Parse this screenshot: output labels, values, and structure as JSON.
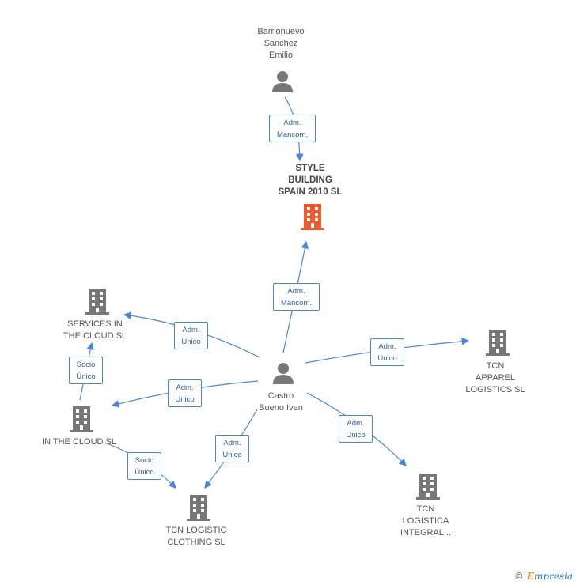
{
  "colors": {
    "edge": "#4a86d4",
    "node_gray": "#777777",
    "node_main": "#f0592a"
  },
  "nodes": {
    "barrionuevo": {
      "label": "Barrionuevo\nSanchez\nEmilio",
      "kind": "person"
    },
    "style_building": {
      "label": "STYLE\nBUILDING\nSPAIN 2010 SL",
      "kind": "company-main"
    },
    "services_cloud": {
      "label": "SERVICES IN\nTHE CLOUD SL",
      "kind": "company"
    },
    "in_the_cloud": {
      "label": "IN THE CLOUD SL",
      "kind": "company"
    },
    "castro": {
      "label": "Castro\nBueno Ivan",
      "kind": "person"
    },
    "tcn_apparel": {
      "label": "TCN\nAPPAREL\nLOGISTICS SL",
      "kind": "company"
    },
    "tcn_clothing": {
      "label": "TCN LOGISTIC\nCLOTHING SL",
      "kind": "company"
    },
    "tcn_integral": {
      "label": "TCN\nLOGISTICA\nINTEGRAL...",
      "kind": "company"
    }
  },
  "edges": [
    {
      "label": "Adm.\nMancom."
    },
    {
      "label": "Adm.\nMancom."
    },
    {
      "label": "Adm.\nUnico"
    },
    {
      "label": "Adm.\nUnico"
    },
    {
      "label": "Adm.\nUnico"
    },
    {
      "label": "Adm.\nUnico"
    },
    {
      "label": "Adm.\nUnico"
    },
    {
      "label": "Socio\nÚnico"
    },
    {
      "label": "Socio\nÚnico"
    }
  ],
  "footer": {
    "copyright": "©",
    "brand_initial": "E",
    "brand_rest": "mpresia"
  }
}
